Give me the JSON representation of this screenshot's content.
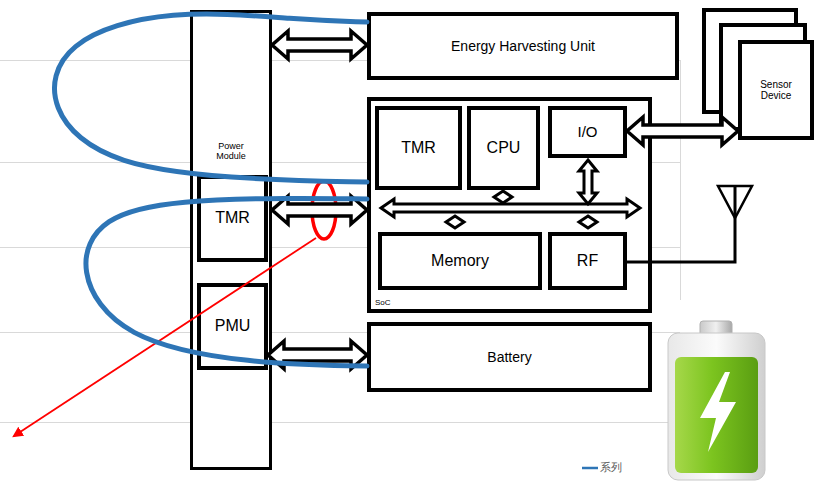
{
  "diagram": {
    "nodes": [
      {
        "text": [
          "Power Module"
        ]
      },
      {
        "text": [
          "TMR"
        ],
        "in": 0
      },
      {
        "text": [
          "PMU"
        ],
        "in": 0
      },
      {
        "text": [
          "Energy Harvesting Unit"
        ]
      },
      {
        "text": [
          "SoC"
        ]
      },
      {
        "text": [
          "TMR"
        ],
        "in": 4
      },
      {
        "text": [
          "CPU"
        ],
        "in": 4
      },
      {
        "text": [
          "I/O"
        ],
        "in": 4
      },
      {
        "text": [
          "Memory"
        ],
        "in": 4
      },
      {
        "text": [
          "RF"
        ],
        "in": 4
      },
      {
        "text": [
          "Battery"
        ]
      },
      {
        "text": [
          "Sensor Device"
        ]
      }
    ],
    "edges": [
      {
        "from": 0,
        "to": 3,
        "arrow": "both"
      },
      {
        "from": 0,
        "to": 4,
        "arrow": "both"
      },
      {
        "from": 2,
        "to": 10,
        "arrow": "both"
      },
      {
        "from": 7,
        "to": 11,
        "arrow": "both"
      },
      {
        "from": 3,
        "to": 4,
        "arrow": "none"
      },
      {
        "from": 10,
        "to": 4,
        "arrow": "none"
      }
    ],
    "legend": [
      {
        "text": "系列"
      }
    ]
  }
}
